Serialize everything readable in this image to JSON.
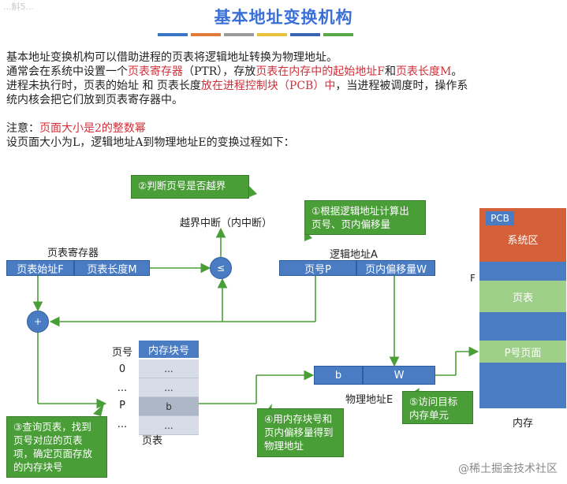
{
  "watermark_top": "...斛5...",
  "title": "基本地址变换机构",
  "intro": {
    "line1": "基本地址变换机构可以借助进程的页表将逻辑地址转换为物理地址。",
    "line2_a": "通常会在系统中设置一个",
    "line2_b": "页表寄存器",
    "line2_c": "（PTR），存放",
    "line2_d": "页表在内存中的起始地址F",
    "line2_e": "和",
    "line2_f": "页表长度M",
    "line2_g": "。",
    "line3_a": "进程未执行时，页表的始址 和 页表长度",
    "line3_b": "放在进程控制块（PCB）中",
    "line3_c": "，当进程被调度时，操作系",
    "line4": "统内核会把它们放到页表寄存器中。",
    "note_a": "注意：",
    "note_b": "页面大小是2的整数幂",
    "line6": "设页面大小为L，逻辑地址A到物理地址E的变换过程如下："
  },
  "diagram": {
    "callout2": "②判断页号是否越界",
    "overflow": "越界中断（内中断）",
    "callout1": "①根据逻辑地址计算出页号、页内偏移量",
    "ptr_label": "页表寄存器",
    "ptr_start": "页表始址F",
    "ptr_len": "页表长度M",
    "compare": "≤",
    "adder": "+",
    "logic_label": "逻辑地址A",
    "logic_page": "页号P",
    "logic_offset": "页内偏移量W",
    "table_head_page": "页号",
    "table_head_block": "内存块号",
    "rows": [
      {
        "page": "0",
        "block": "..."
      },
      {
        "page": "...",
        "block": "..."
      },
      {
        "page": "P",
        "block": "b"
      },
      {
        "page": "...",
        "block": "..."
      }
    ],
    "table_label": "页表",
    "phys_b": "b",
    "phys_w": "W",
    "phys_label": "物理地址E",
    "callout3": "③查询页表，找到页号对应的页表项，确定页面存放的内存块号",
    "callout4": "④用内存块号和页内偏移量得到物理地址",
    "callout5": "⑤访问目标内存单元",
    "mem_pcb": "PCB",
    "mem_sys": "系统区",
    "mem_f": "F",
    "mem_table": "页表",
    "mem_page": "P号页面",
    "mem_label": "内存"
  },
  "watermark": "@稀土掘金技术社区",
  "colors": {
    "accent_blue": "#4a7cc4",
    "callout_green": "#4a9e37",
    "memory_red": "#d4603a",
    "memory_light_green": "#9fd08a",
    "red_text": "#d0303a"
  }
}
